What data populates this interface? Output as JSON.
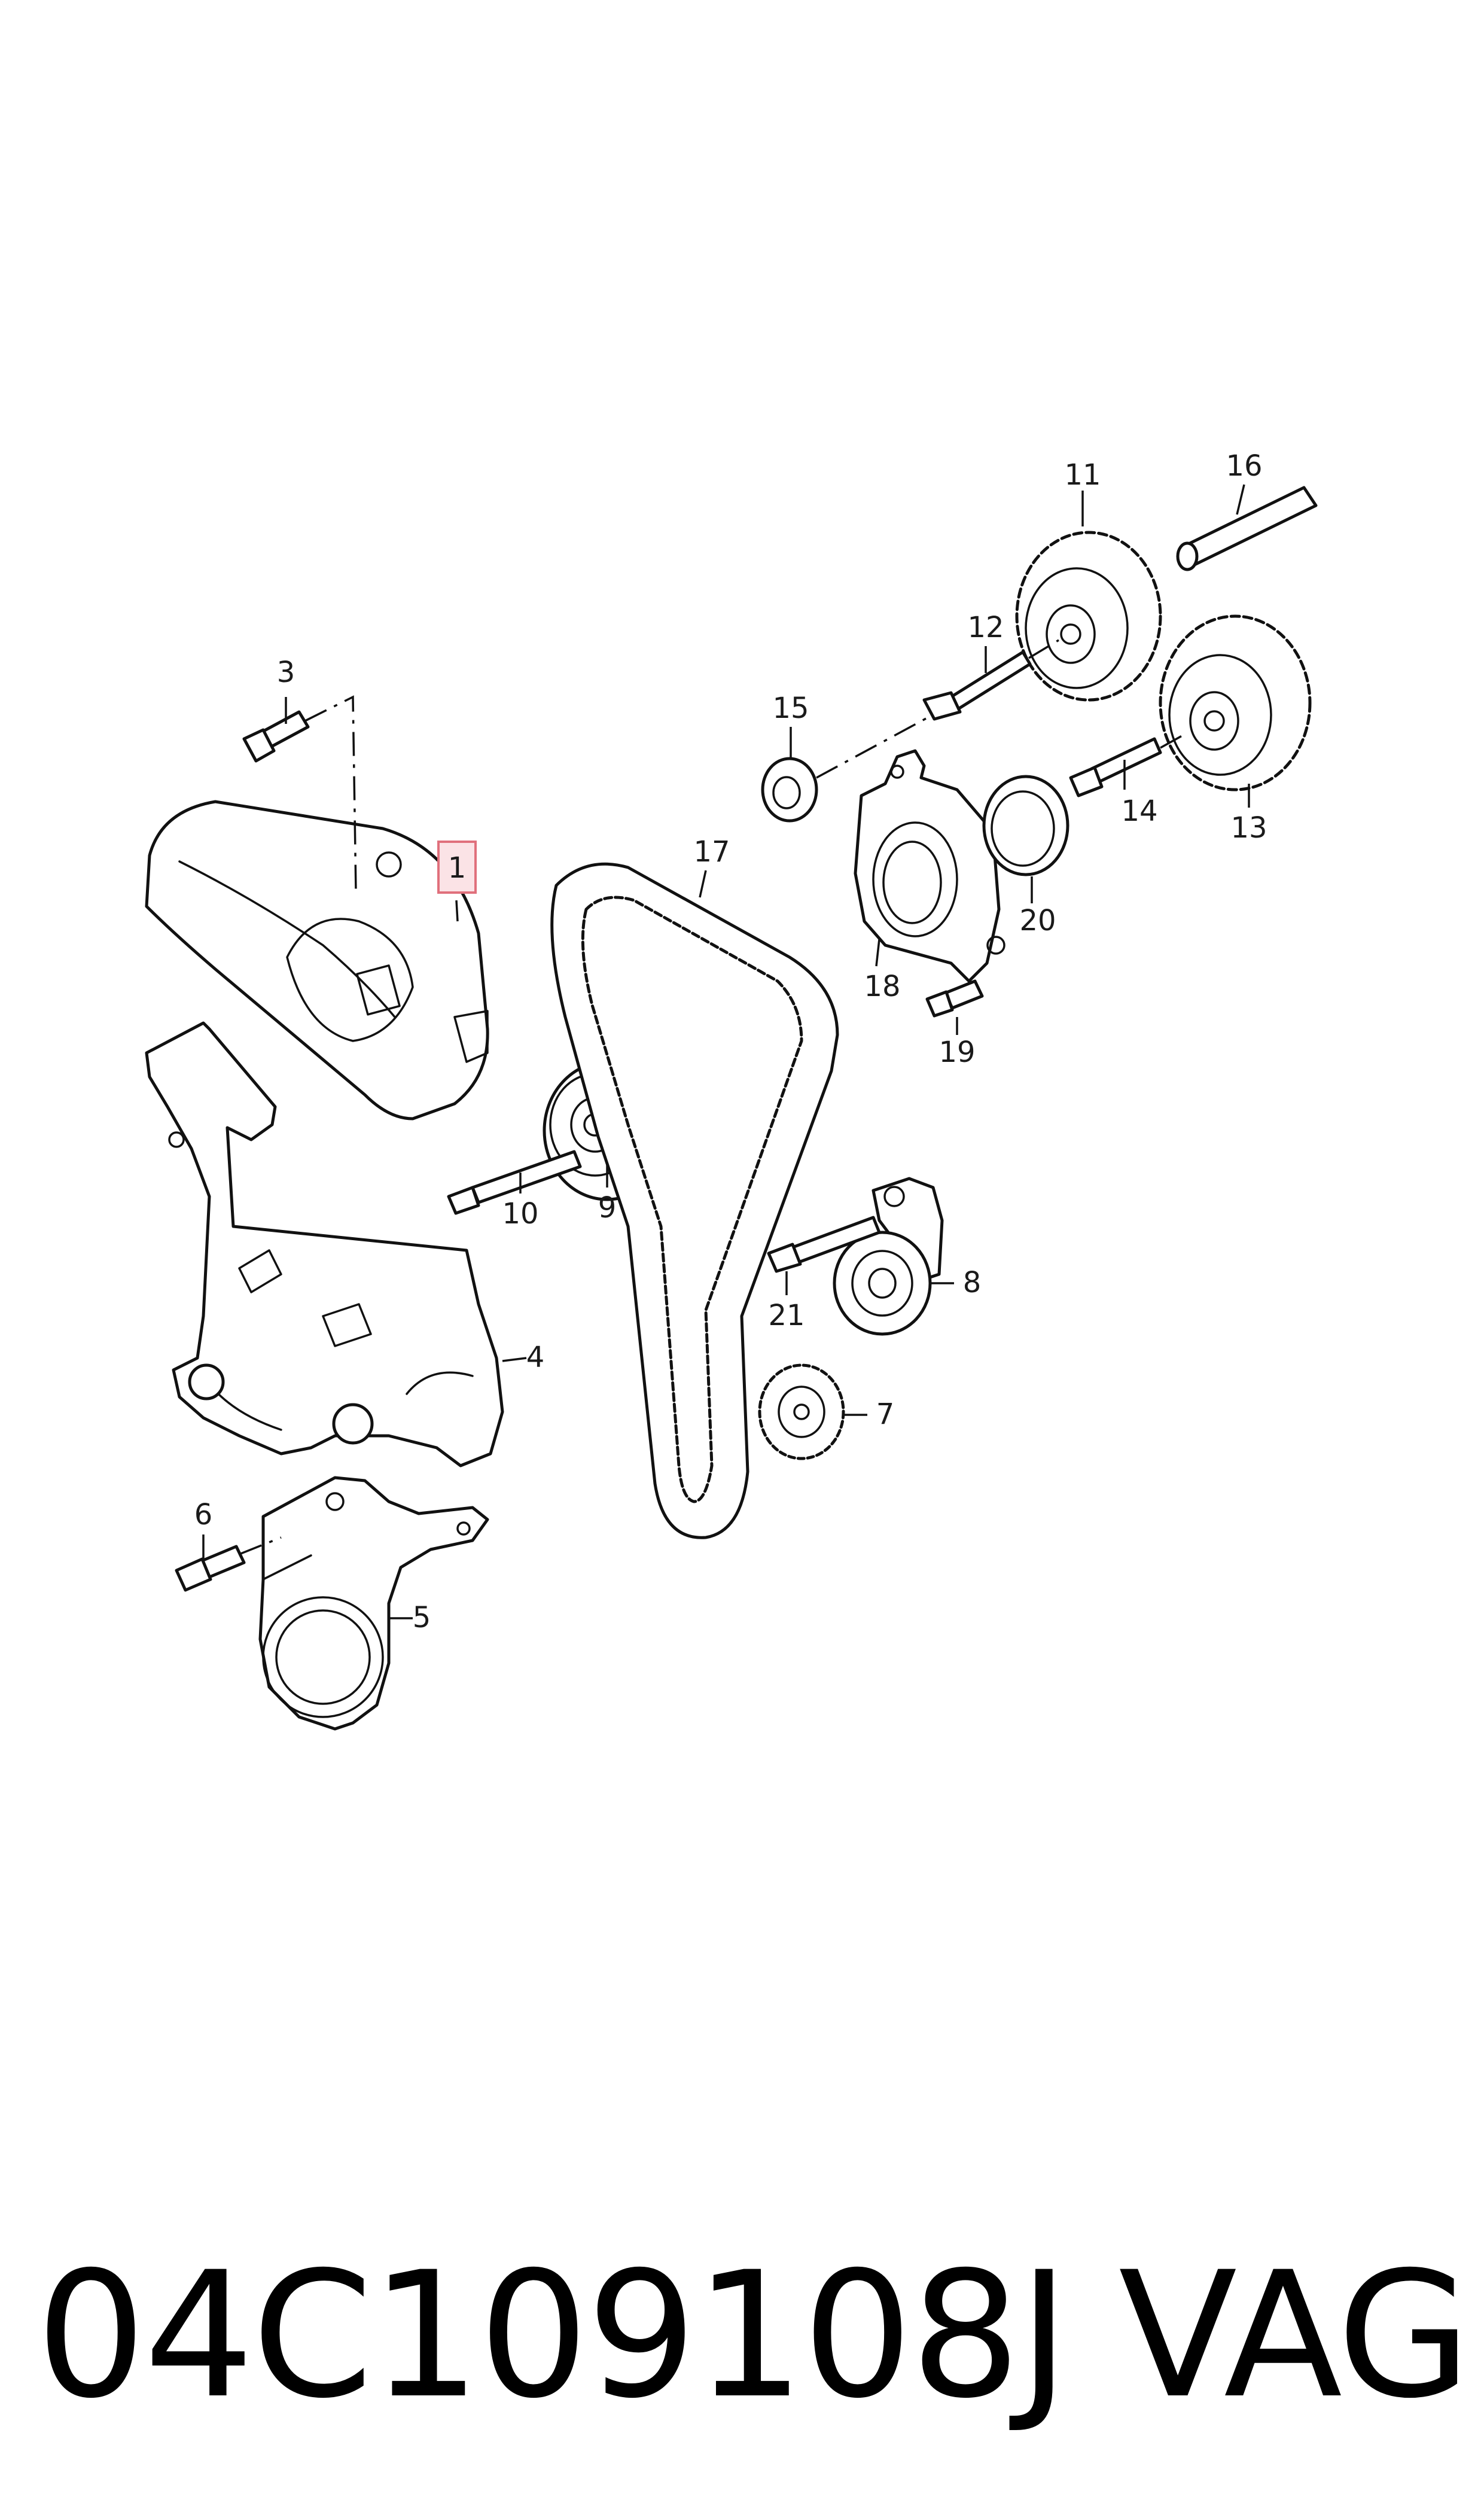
{
  "callouts": [
    {
      "id": "1",
      "highlight": true
    },
    {
      "id": "3"
    },
    {
      "id": "4"
    },
    {
      "id": "5"
    },
    {
      "id": "6"
    },
    {
      "id": "7"
    },
    {
      "id": "8"
    },
    {
      "id": "9"
    },
    {
      "id": "10"
    },
    {
      "id": "11"
    },
    {
      "id": "12"
    },
    {
      "id": "13"
    },
    {
      "id": "14"
    },
    {
      "id": "15"
    },
    {
      "id": "16"
    },
    {
      "id": "17"
    },
    {
      "id": "18"
    },
    {
      "id": "19"
    },
    {
      "id": "20"
    },
    {
      "id": "21"
    }
  ],
  "footer": {
    "part_number": "04C109108J",
    "brand": "VAG"
  },
  "colors": {
    "line": "#111111",
    "highlight_fill": "#fbe3e6",
    "highlight_stroke": "#e0707c"
  }
}
